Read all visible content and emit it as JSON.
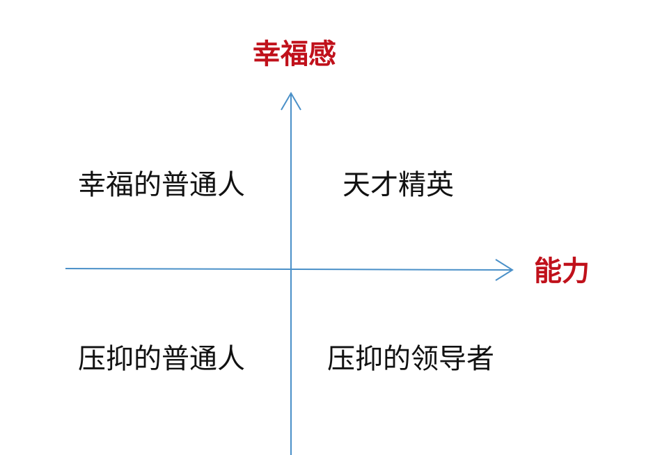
{
  "axes": {
    "y_label": "幸福感",
    "x_label": "能力"
  },
  "quadrants": {
    "top_left": "幸福的普通人",
    "top_right": "天才精英",
    "bottom_left": "压抑的普通人",
    "bottom_right": "压抑的领导者"
  },
  "colors": {
    "axis_line": "#4a90c8",
    "axis_label": "#c0111b",
    "quadrant_text": "#111111"
  }
}
